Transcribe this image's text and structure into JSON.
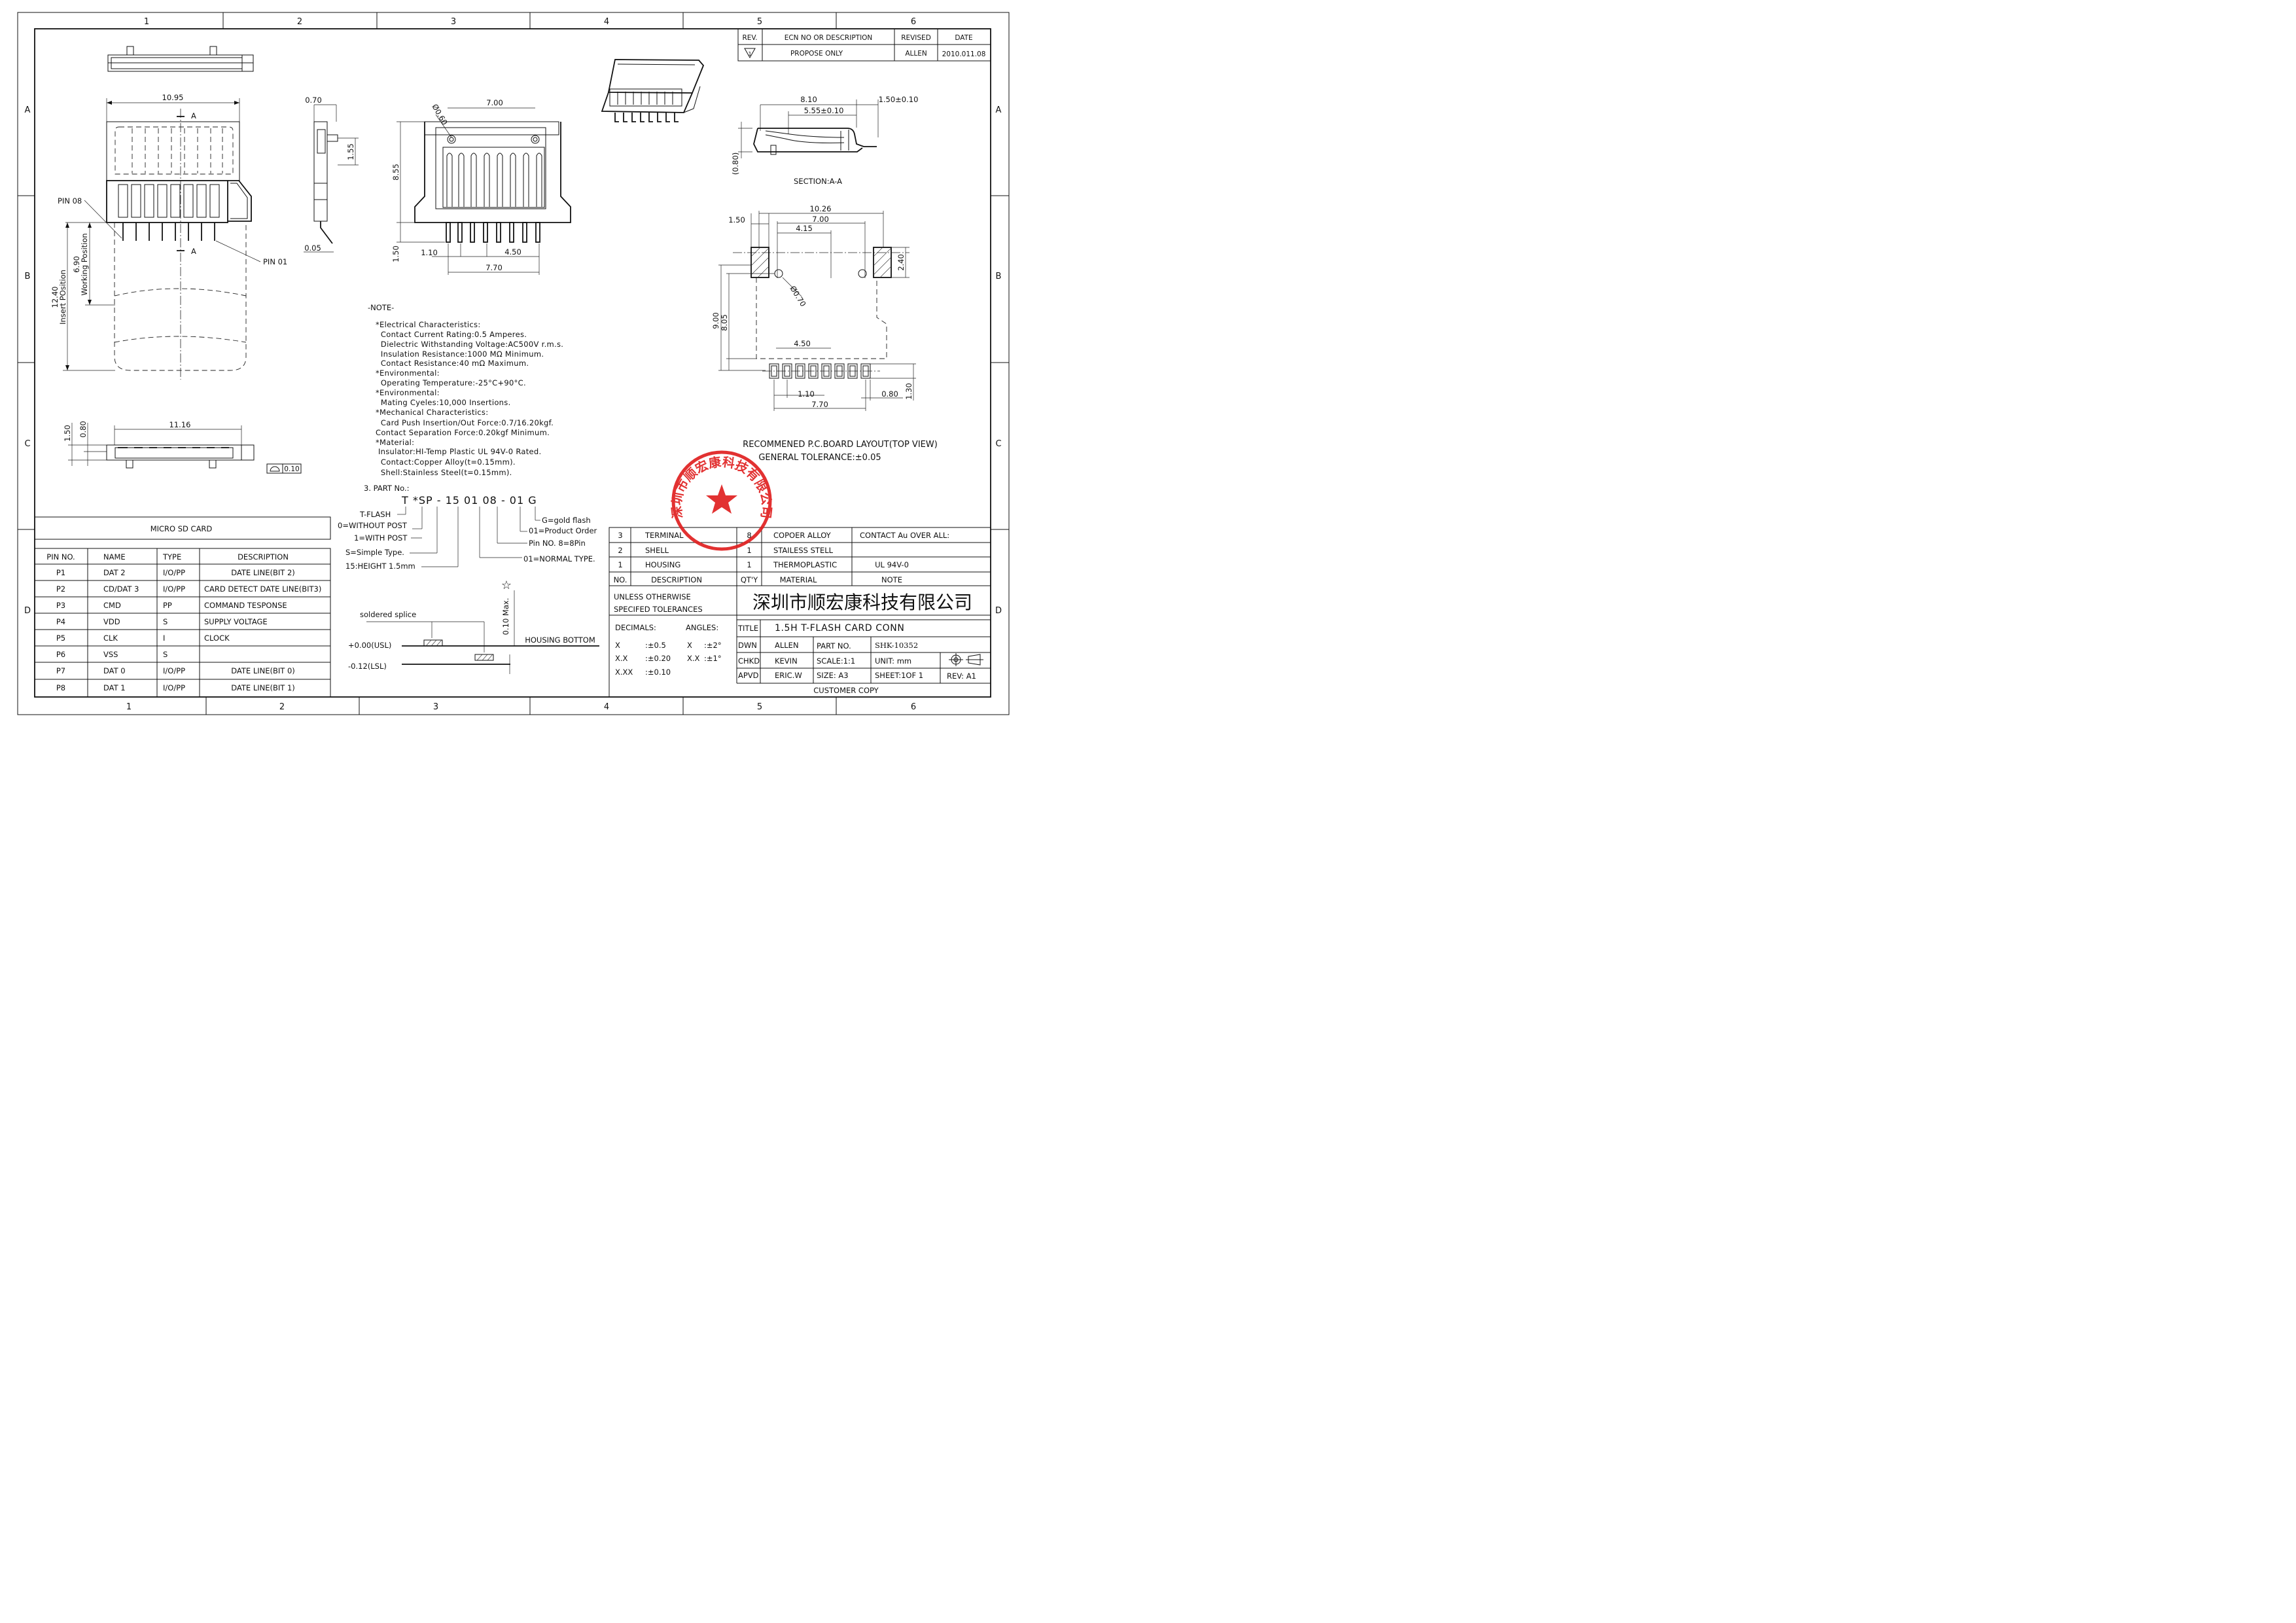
{
  "border": {
    "columns": [
      "1",
      "2",
      "3",
      "4",
      "5",
      "6"
    ],
    "rows": [
      "A",
      "B",
      "C",
      "D"
    ]
  },
  "revision": {
    "headers": {
      "rev": "REV.",
      "ecn": "ECN NO OR DESCRIPTION",
      "revised": "REVISED",
      "date": "DATE"
    },
    "row": {
      "rev": "1",
      "ecn": "PROPOSE ONLY",
      "revised": "ALLEN",
      "date": "2010.011.08"
    }
  },
  "top_view": {
    "width": "10.95",
    "label_a_top": "A",
    "label_a_bottom": "A",
    "pin08": "PIN 08",
    "pin01": "PIN 01",
    "working_position": "6.90\nWorking Position",
    "insert_position": "12.40\nInsert POsition"
  },
  "side_view": {
    "d1": "0.70",
    "d2": "1.55",
    "d3": "0.05"
  },
  "front_view": {
    "hole": "Ø0.60",
    "d_700": "7.00",
    "d_855": "8.55",
    "d_150": "1.50",
    "d_110": "1.10",
    "d_450": "4.50",
    "d_770": "7.70"
  },
  "bottom_view": {
    "d_1116": "11.16",
    "d_150": "1.50",
    "d_080": "0.80",
    "flatness": "0.10"
  },
  "section": {
    "d_810": "8.10",
    "d_555": "5.55±0.10",
    "d_150": "1.50±0.10",
    "d_080": "(0.80)",
    "label": "SECTION:A-A"
  },
  "pcb_layout": {
    "d_1026": "10.26",
    "d_700": "7.00",
    "d_415": "4.15",
    "d_150": "1.50",
    "d_240": "2.40",
    "hole": "Ø0.70",
    "d_900": "9.00",
    "d_805": "8.05",
    "d_450": "4.50",
    "d_110": "1.10",
    "d_080": "0.80",
    "d_130": "1.30",
    "d_770": "7.70",
    "title": "RECOMMENED P.C.BOARD LAYOUT(TOP VIEW)",
    "tolerance": "GENERAL TOLERANCE:±0.05"
  },
  "notes": {
    "header": "-NOTE-",
    "lines": [
      "*Electrical Characteristics:",
      "  Contact Current Rating:0.5 Amperes.",
      "  Dielectric Withstanding Voltage:AC500V r.m.s.",
      "  Insulation Resistance:1000 MΩ Minimum.",
      "  Contact Resistance:40 mΩ Maximum.",
      "*Environmental:",
      "  Operating Temperature:-25°C+90°C.",
      "*Environmental:",
      "  Mating Cyeles:10,000 Insertions.",
      "*Mechanical Characteristics:",
      "  Card Push Insertion/Out Force:0.7∕16.20kgf.",
      "Contact Separation Force:0.20kgf Minimum.",
      "*Material:",
      " Insulator:HI-Temp Plastic UL 94V-0 Rated.",
      "  Contact:Copper Alloy(t=0.15mm).",
      "  Shell:Stainless Steel(t=0.15mm)."
    ]
  },
  "part_no": {
    "header": "3. PART No.:",
    "code": "T *SP - 15 01 08 - 01 G",
    "callouts": [
      "T-FLASH",
      "0=WITHOUT POST",
      "1=WITH POST",
      "S=Simple Type.",
      "15:HEIGHT 1.5mm",
      "G=gold flash",
      "01=Product Order",
      "Pin NO. 8=8Pin",
      "01=NORMAL TYPE."
    ]
  },
  "coplanarity": {
    "star": "☆",
    "max": "0.10 Max.",
    "splice": "soldered splice",
    "housing": "HOUSING BOTTOM",
    "usl": "+0.00(USL)",
    "lsl": "-0.12(LSL)"
  },
  "pin_table": {
    "title": "MICRO SD CARD",
    "headers": [
      "PIN NO.",
      "NAME",
      "TYPE",
      "DESCRIPTION"
    ],
    "rows": [
      [
        "P1",
        "DAT 2",
        "I/O/PP",
        "DATE LINE(BIT 2)"
      ],
      [
        "P2",
        "CD/DAT 3",
        "I/O/PP",
        "CARD DETECT DATE LINE(BIT3)"
      ],
      [
        "P3",
        "CMD",
        "PP",
        "COMMAND TESPONSE"
      ],
      [
        "P4",
        "VDD",
        "S",
        "SUPPLY VOLTAGE"
      ],
      [
        "P5",
        "CLK",
        "I",
        "CLOCK"
      ],
      [
        "P6",
        "VSS",
        "S",
        ""
      ],
      [
        "P7",
        "DAT 0",
        "I/O/PP",
        "DATE LINE(BIT 0)"
      ],
      [
        "P8",
        "DAT 1",
        "I/O/PP",
        "DATE LINE(BIT 1)"
      ]
    ]
  },
  "bom": {
    "rows": [
      [
        "3",
        "TERMINAL",
        "8",
        "COPOER ALLOY",
        "CONTACT Au OVER ALL:"
      ],
      [
        "2",
        "SHELL",
        "1",
        "STAILESS STELL",
        ""
      ],
      [
        "1",
        "HOUSING",
        "1",
        "THERMOPLASTIC",
        "UL 94V-0"
      ]
    ],
    "headers": [
      "NO.",
      "DESCRIPTION",
      "QT'Y",
      "MATERIAL",
      "NOTE"
    ]
  },
  "title_block": {
    "unless": "UNLESS OTHERWISE",
    "specified": "SPECIFED TOLERANCES",
    "company": "深圳市顺宏康科技有限公司",
    "decimals": "DECIMALS:",
    "angles": "ANGLES:",
    "tol_rows": [
      [
        "X",
        ":±0.5",
        "X",
        ":±2°"
      ],
      [
        "X.X",
        ":±0.20",
        "X.X",
        ":±1°"
      ],
      [
        "X.XX",
        ":±0.10",
        "",
        ""
      ]
    ],
    "title_label": "TITLE",
    "title": "1.5H T-FLASH CARD CONN",
    "dwn": "DWN",
    "dwn_name": "ALLEN",
    "part_label": "PART NO.",
    "part_no": "SHK-10352",
    "chkd": "CHKD",
    "chkd_name": "KEVIN",
    "scale": "SCALE:1:1",
    "unit": "UNIT:  mm",
    "apvd": "APVD",
    "apvd_name": "ERIC.W",
    "size": "SIZE: A3",
    "sheet": "SHEET:1OF 1",
    "rev": "REV: A1",
    "customer": "CUSTOMER COPY"
  },
  "stamp": {
    "text": "深圳市顺宏康科技有限公司",
    "color": "#e02020"
  }
}
